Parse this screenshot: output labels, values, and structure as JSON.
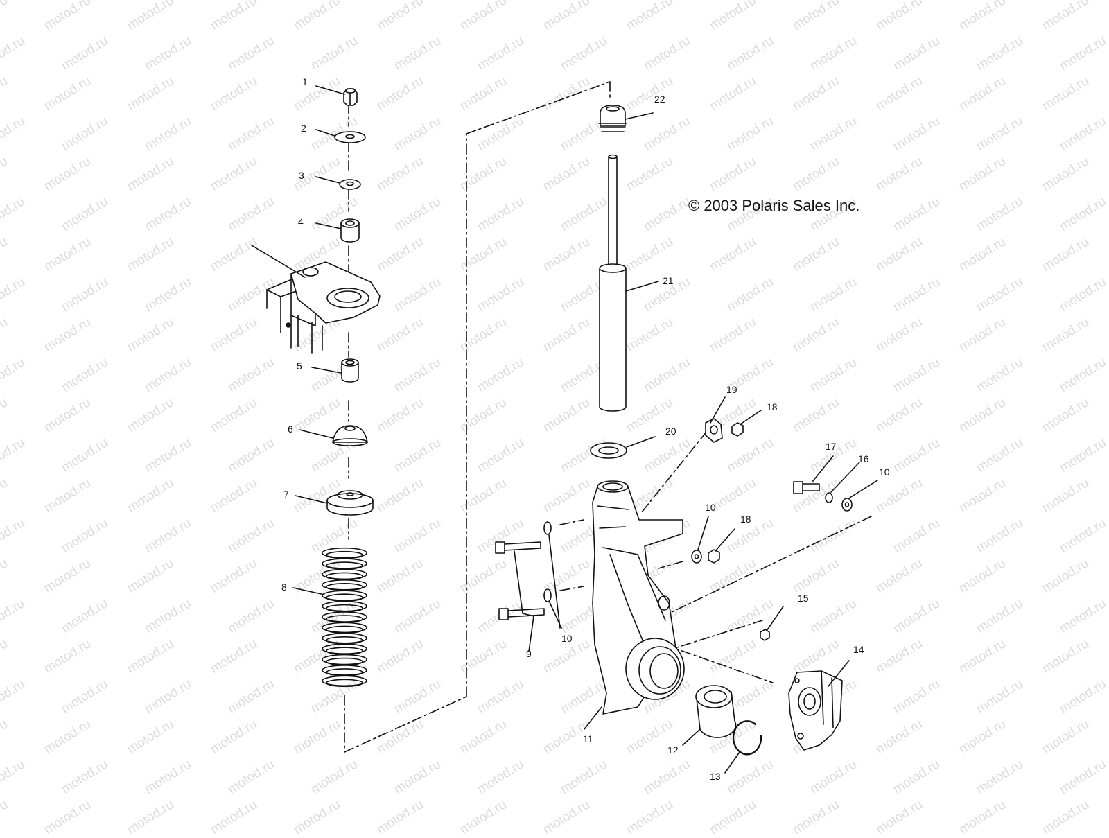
{
  "watermark": "motod.ru",
  "copyright": "© 2003 Polaris Sales Inc.",
  "callouts": [
    "1",
    "2",
    "3",
    "4",
    "5",
    "6",
    "7",
    "8",
    "9",
    "10",
    "10",
    "10",
    "10",
    "11",
    "12",
    "13",
    "14",
    "15",
    "16",
    "17",
    "18",
    "18",
    "19",
    "20",
    "21",
    "22"
  ],
  "colors": {
    "ink": "#111111",
    "watermark": "#dcdcdc",
    "background": "#ffffff"
  }
}
